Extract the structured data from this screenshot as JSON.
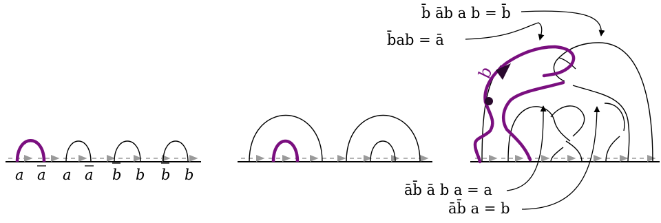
{
  "colors": {
    "accent": "#7a0f7f",
    "accent_dark": "#2a0a2e",
    "arrow_gray": "#9a9a9a",
    "ink": "#000000"
  },
  "panel1": {
    "labels": [
      "a",
      "a",
      "a",
      "a",
      "b",
      "b",
      "b",
      "b"
    ],
    "bars": [
      false,
      true,
      false,
      true,
      true,
      false,
      true,
      false
    ]
  },
  "panel3": {
    "strand_label": "b",
    "annotations": {
      "top1": "b̄ āb a b = b̄",
      "top2": "b̄ab = ā",
      "bot1": "āb̄ ā b a = a",
      "bot2": "āb̄ a = b"
    }
  }
}
